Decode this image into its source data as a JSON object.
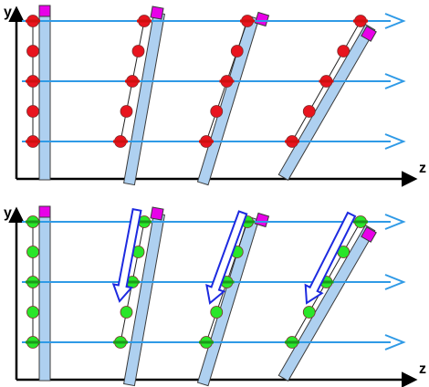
{
  "axes": {
    "vertical_label": "y",
    "horizontal_label": "z"
  },
  "colors": {
    "bar_fill": "#aed0f0",
    "bar_stroke": "#3a3a3a",
    "arrow": "#2f9ae6",
    "cap": "#e800e8",
    "top_marker": "#e8141e",
    "bottom_marker": "#29e629",
    "marker_stroke": "#7a2b2b",
    "top_tick": "#cf1010",
    "bottom_tick": "#1a9a1a",
    "shift_arrow": "#1d2ae0",
    "axis": "#000000"
  },
  "panels": [
    {
      "id": "top",
      "marker_color_key": "top_marker",
      "tick_color_key": "top_tick",
      "show_shift_arrows": false
    },
    {
      "id": "bottom",
      "marker_color_key": "bottom_marker",
      "tick_color_key": "bottom_tick",
      "show_shift_arrows": true
    }
  ]
}
